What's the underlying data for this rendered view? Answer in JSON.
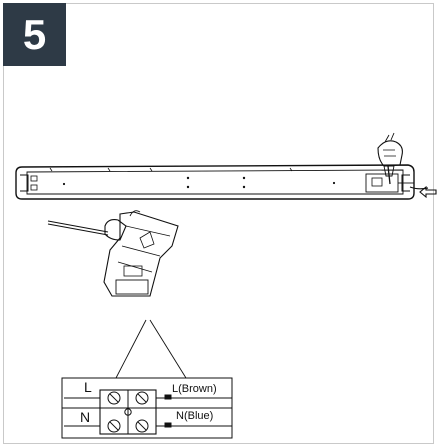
{
  "step": {
    "number": "5"
  },
  "terminal_block": {
    "left_labels": [
      "L",
      "N"
    ],
    "wires": [
      {
        "label": "L(Brown)"
      },
      {
        "label": "N(Blue)"
      }
    ]
  },
  "colors": {
    "badge": "#2e3a46",
    "line": "#111111"
  },
  "icons": [
    "hand-icon",
    "arrow-left-icon",
    "screwdriver-icon"
  ]
}
